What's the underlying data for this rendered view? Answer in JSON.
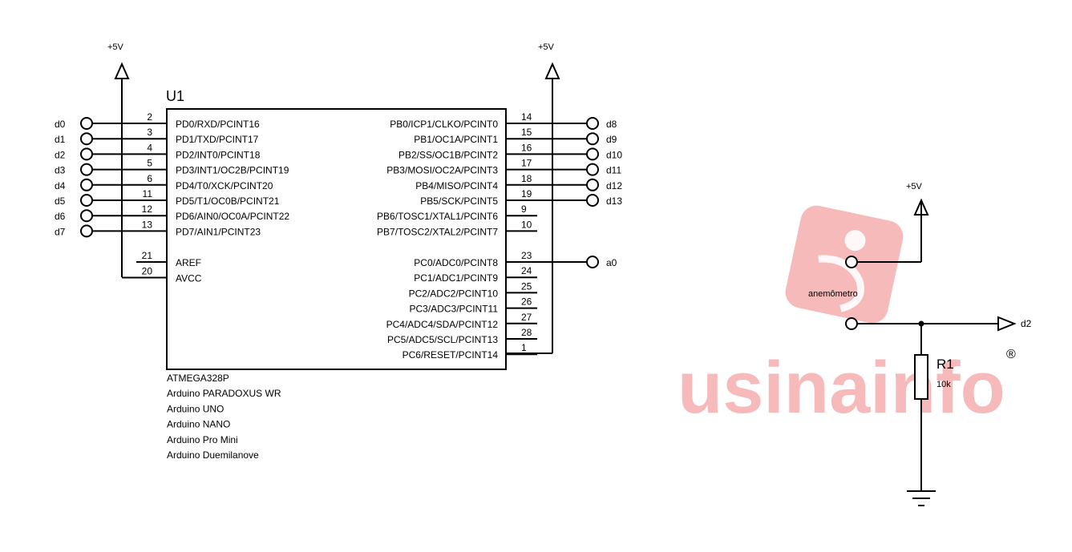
{
  "colors": {
    "line": "#000000",
    "watermark": "#f4a3a3",
    "background": "#ffffff"
  },
  "chip": {
    "ref": "U1",
    "left_pins": [
      {
        "num": "2",
        "name": "PD0/RXD/PCINT16",
        "net": "d0"
      },
      {
        "num": "3",
        "name": "PD1/TXD/PCINT17",
        "net": "d1"
      },
      {
        "num": "4",
        "name": "PD2/INT0/PCINT18",
        "net": "d2"
      },
      {
        "num": "5",
        "name": "PD3/INT1/OC2B/PCINT19",
        "net": "d3"
      },
      {
        "num": "6",
        "name": "PD4/T0/XCK/PCINT20",
        "net": "d4"
      },
      {
        "num": "11",
        "name": "PD5/T1/OC0B/PCINT21",
        "net": "d5"
      },
      {
        "num": "12",
        "name": "PD6/AIN0/OC0A/PCINT22",
        "net": "d6"
      },
      {
        "num": "13",
        "name": "PD7/AIN1/PCINT23",
        "net": "d7"
      }
    ],
    "ref_pins": [
      {
        "num": "21",
        "name": "AREF"
      },
      {
        "num": "20",
        "name": "AVCC"
      }
    ],
    "right_pins_b": [
      {
        "num": "14",
        "name": "PB0/ICP1/CLKO/PCINT0",
        "net": "d8"
      },
      {
        "num": "15",
        "name": "PB1/OC1A/PCINT1",
        "net": "d9"
      },
      {
        "num": "16",
        "name": "PB2/SS/OC1B/PCINT2",
        "net": "d10"
      },
      {
        "num": "17",
        "name": "PB3/MOSI/OC2A/PCINT3",
        "net": "d11"
      },
      {
        "num": "18",
        "name": "PB4/MISO/PCINT4",
        "net": "d12"
      },
      {
        "num": "19",
        "name": "PB5/SCK/PCINT5",
        "net": "d13"
      },
      {
        "num": "9",
        "name": "PB6/TOSC1/XTAL1/PCINT6",
        "net": ""
      },
      {
        "num": "10",
        "name": "PB7/TOSC2/XTAL2/PCINT7",
        "net": ""
      }
    ],
    "right_pins_c": [
      {
        "num": "23",
        "name": "PC0/ADC0/PCINT8",
        "net": "a0"
      },
      {
        "num": "24",
        "name": "PC1/ADC1/PCINT9",
        "net": ""
      },
      {
        "num": "25",
        "name": "PC2/ADC2/PCINT10",
        "net": ""
      },
      {
        "num": "26",
        "name": "PC3/ADC3/PCINT11",
        "net": ""
      },
      {
        "num": "27",
        "name": "PC4/ADC4/SDA/PCINT12",
        "net": ""
      },
      {
        "num": "28",
        "name": "PC5/ADC5/SCL/PCINT13",
        "net": ""
      },
      {
        "num": "1",
        "name": "PC6/RESET/PCINT14",
        "net": ""
      }
    ],
    "descriptions": [
      "ATMEGA328P",
      "Arduino PARADOXUS WR",
      "Arduino UNO",
      "Arduino NANO",
      "Arduino Pro Mini",
      "Arduino Duemilanove"
    ]
  },
  "supplies": {
    "left": "+5V",
    "right": "+5V",
    "sensor": "+5V"
  },
  "sensor": {
    "label": "anemômetro",
    "output_net": "d2",
    "resistor_ref": "R1",
    "resistor_value": "10k"
  },
  "watermark": {
    "text": "usinainfo",
    "mark": "®"
  }
}
